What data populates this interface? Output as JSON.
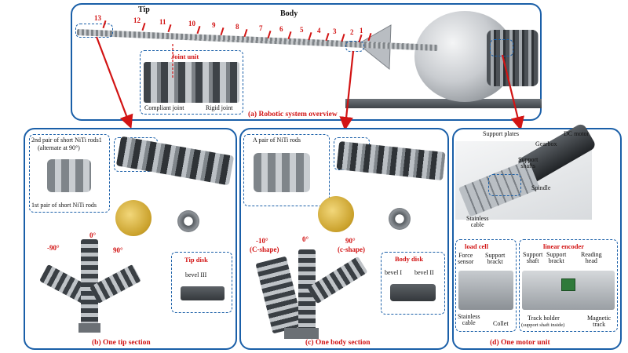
{
  "overview": {
    "caption": "(a) Robotic system overview",
    "tip_label": "Tip",
    "body_label": "Body",
    "segment_numbers": [
      "13",
      "12",
      "11",
      "10",
      "9",
      "8",
      "7",
      "6",
      "5",
      "4",
      "3",
      "2",
      "1"
    ],
    "joint_unit": {
      "title": "Joint unit",
      "compliant_label": "Compliant joint",
      "rigid_label": "Rigid joint"
    }
  },
  "tip_section": {
    "caption": "(b) One tip section",
    "rods_2nd_line1": "2nd pair of short NiTi rods1",
    "rods_2nd_line2": "(alternate at 90°)",
    "rods_1st": "1st pair of short NiTi rods",
    "angles": [
      "-90°",
      "0°",
      "90°"
    ],
    "disk": {
      "title": "Tip disk",
      "bevel": "bevel III"
    }
  },
  "body_section": {
    "caption": "(c) One body section",
    "rods_label": "A pair of NiTi rods",
    "angle_neg": "-10°",
    "angle_neg_shape": "(C-shape)",
    "angle_zero": "0°",
    "angle_pos": "90°",
    "angle_pos_shape": "(c-shape)",
    "disk": {
      "title": "Body disk",
      "bevel1": "bevel I",
      "bevel2": "bevel II"
    }
  },
  "motor_unit": {
    "caption": "(d) One motor unit",
    "support_plates": "Support plates",
    "dc_motor": "DC motor",
    "gearbox": "Gearbox",
    "support_shafts": "Support\nshafts",
    "spindle": "Spindle",
    "stainless_cable": "Stainless\ncable",
    "load_cell": {
      "title": "load cell",
      "force_sensor": "Force\nsensor",
      "support_brackt": "Support\nbrackt",
      "stainless_cable": "Stainless\ncable",
      "collet": "Collet"
    },
    "linear_encoder": {
      "title": "linear encoder",
      "support_shaft": "Support\nshaft",
      "support_brackt": "Support\nbrackt",
      "reading_head": "Reading\nhead",
      "track_holder": "Track holder",
      "track_holder_note": "(support shaft inside)",
      "magnetic_track": "Magnetic\ntrack"
    }
  },
  "colors": {
    "panel_border": "#1a5fa8",
    "accent_red": "#d21414",
    "coin_gold": "#c9a02a",
    "metal": "#9aa0a6"
  }
}
